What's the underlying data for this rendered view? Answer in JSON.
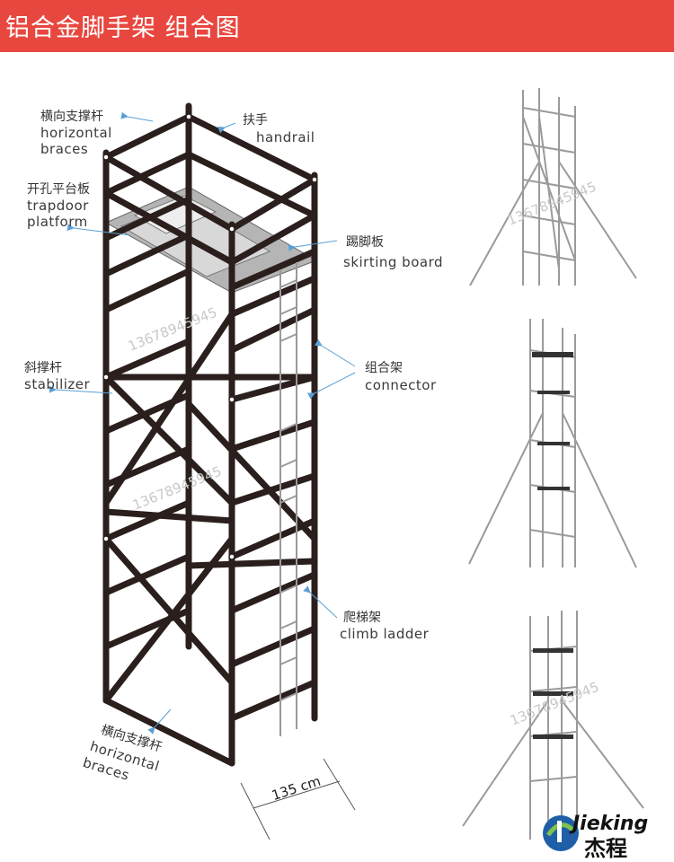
{
  "header": {
    "title": "铝合金脚手架  组合图"
  },
  "labels": {
    "horizontal_braces_top": {
      "zh": "横向支撑杆",
      "en1": "horizontal",
      "en2": "braces"
    },
    "handrail": {
      "zh": "扶手",
      "en": "handrail"
    },
    "trapdoor": {
      "zh": "开孔平台板",
      "en1": "trapdoor",
      "en2": "platform"
    },
    "skirting": {
      "zh": "踢脚板",
      "en": "skirting board"
    },
    "connector": {
      "zh": "组合架",
      "en": "connector"
    },
    "stabilizer": {
      "zh": "斜撑杆",
      "en": "stabilizer"
    },
    "climb_ladder": {
      "zh": "爬梯架",
      "en": "climb ladder"
    },
    "horizontal_braces_bottom": {
      "zh": "横向支撑杆",
      "en1": "horizontal",
      "en2": "braces"
    }
  },
  "dimension": "135 cm",
  "watermark": "13678945945",
  "logo": {
    "en": "Jieking",
    "zh": "杰程"
  },
  "colors": {
    "header": "#e8473f",
    "frame": "#2a1f1c",
    "pointer": "#5aa0d6",
    "platform": "#a8a8a8"
  }
}
